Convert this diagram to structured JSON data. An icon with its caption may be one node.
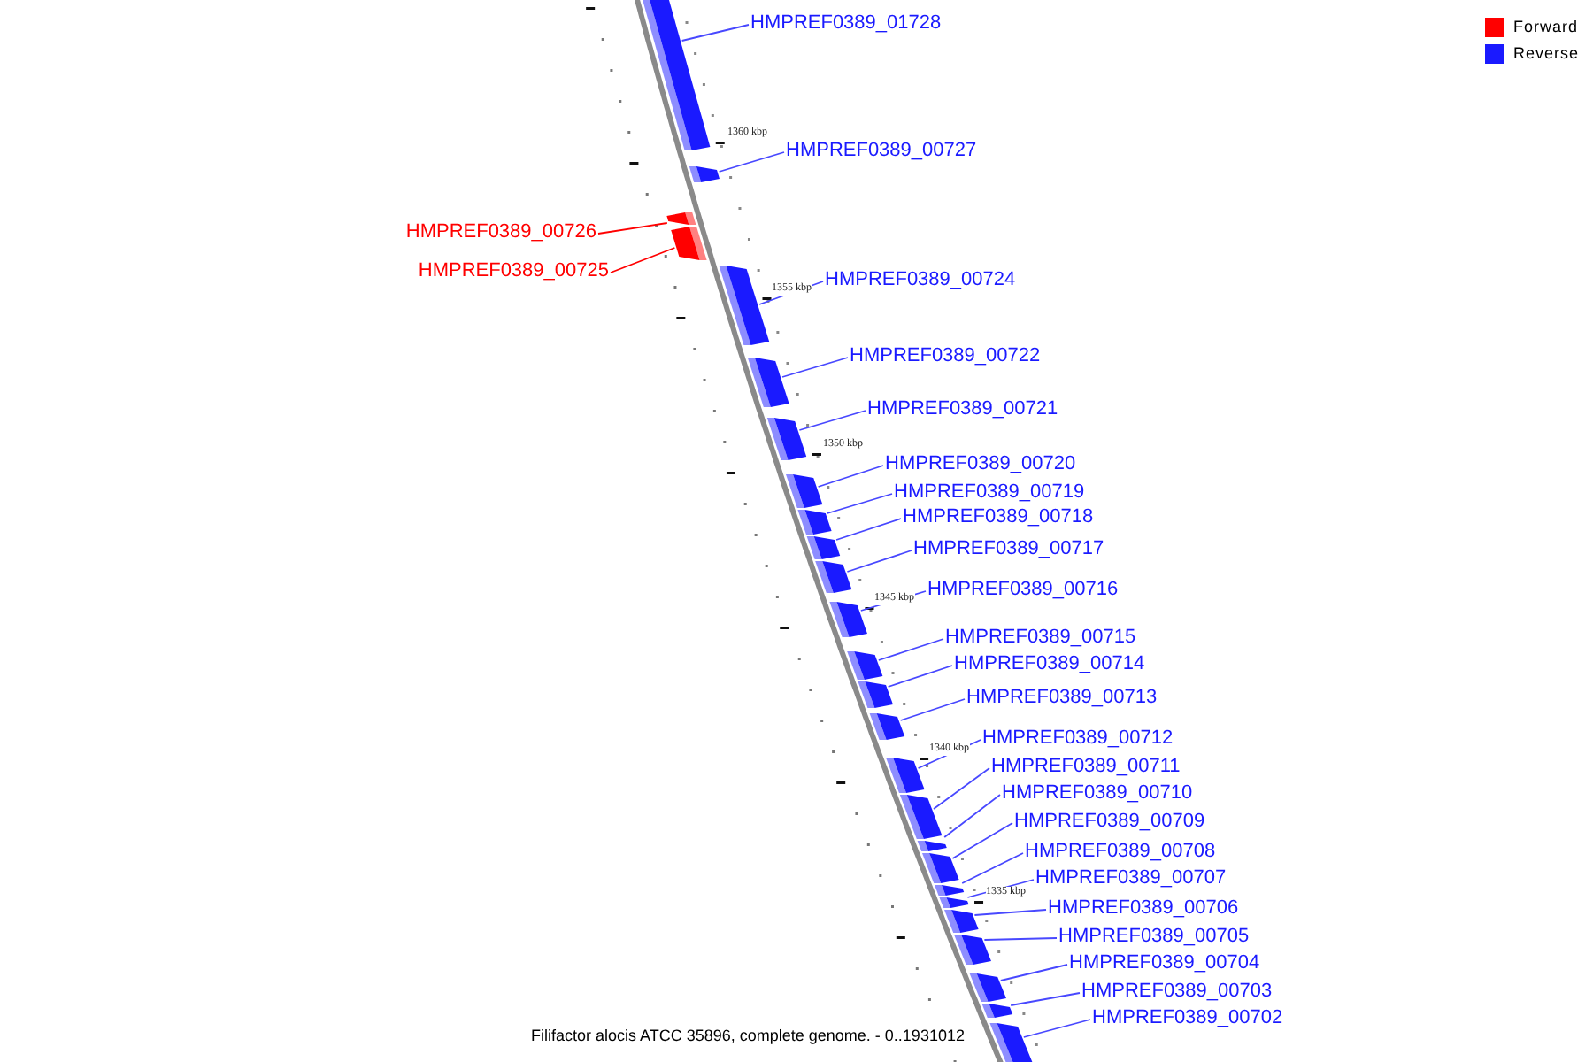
{
  "diagram": {
    "caption": "Filifactor alocis ATCC 35896, complete genome. - 0..1931012",
    "nodes": [
      {
        "text": [
          "HMPREF0389_01728"
        ]
      },
      {
        "text": [],
        "shape": "bar"
      },
      {
        "text": [
          "HMPREF0389_00727"
        ]
      },
      {
        "text": [],
        "shape": "bar"
      },
      {
        "text": [
          "HMPREF0389_00726"
        ]
      },
      {
        "text": [],
        "shape": "bar"
      },
      {
        "text": [
          "HMPREF0389_00725"
        ]
      },
      {
        "text": [],
        "shape": "bar"
      },
      {
        "text": [
          "HMPREF0389_00724"
        ]
      },
      {
        "text": [],
        "shape": "bar"
      },
      {
        "text": [
          "HMPREF0389_00722"
        ]
      },
      {
        "text": [],
        "shape": "bar"
      },
      {
        "text": [
          "HMPREF0389_00721"
        ]
      },
      {
        "text": [],
        "shape": "bar"
      },
      {
        "text": [
          "HMPREF0389_00720"
        ]
      },
      {
        "text": [],
        "shape": "bar"
      },
      {
        "text": [
          "HMPREF0389_00719"
        ]
      },
      {
        "text": [],
        "shape": "bar"
      },
      {
        "text": [
          "HMPREF0389_00718"
        ]
      },
      {
        "text": [],
        "shape": "bar"
      },
      {
        "text": [
          "HMPREF0389_00717"
        ]
      },
      {
        "text": [],
        "shape": "bar"
      },
      {
        "text": [
          "HMPREF0389_00716"
        ]
      },
      {
        "text": [],
        "shape": "bar"
      },
      {
        "text": [
          "HMPREF0389_00715"
        ]
      },
      {
        "text": [],
        "shape": "bar"
      },
      {
        "text": [
          "HMPREF0389_00714"
        ]
      },
      {
        "text": [],
        "shape": "bar"
      },
      {
        "text": [
          "HMPREF0389_00713"
        ]
      },
      {
        "text": [],
        "shape": "bar"
      },
      {
        "text": [
          "HMPREF0389_00712"
        ]
      },
      {
        "text": [],
        "shape": "bar"
      },
      {
        "text": [
          "HMPREF0389_00711"
        ]
      },
      {
        "text": [],
        "shape": "bar"
      },
      {
        "text": [
          "HMPREF0389_00710"
        ]
      },
      {
        "text": [],
        "shape": "bar"
      },
      {
        "text": [
          "HMPREF0389_00709"
        ]
      },
      {
        "text": [],
        "shape": "bar"
      },
      {
        "text": [
          "HMPREF0389_00708"
        ]
      },
      {
        "text": [],
        "shape": "bar"
      },
      {
        "text": [
          "HMPREF0389_00707"
        ]
      },
      {
        "text": [],
        "shape": "bar"
      },
      {
        "text": [
          "HMPREF0389_00706"
        ]
      },
      {
        "text": [],
        "shape": "bar"
      },
      {
        "text": [
          "HMPREF0389_00705"
        ]
      },
      {
        "text": [],
        "shape": "bar"
      },
      {
        "text": [
          "HMPREF0389_00704"
        ]
      },
      {
        "text": [],
        "shape": "bar"
      },
      {
        "text": [
          "HMPREF0389_00703"
        ]
      },
      {
        "text": [],
        "shape": "bar"
      },
      {
        "text": [
          "HMPREF0389_00702"
        ]
      },
      {
        "text": [],
        "shape": "bar"
      }
    ],
    "edges": [
      {
        "from": 0,
        "to": 1,
        "arrow": "none"
      },
      {
        "from": 2,
        "to": 3,
        "arrow": "none"
      },
      {
        "from": 4,
        "to": 5,
        "arrow": "none",
        "color": "#ff0000"
      },
      {
        "from": 6,
        "to": 7,
        "arrow": "none",
        "color": "#ff0000"
      },
      {
        "from": 8,
        "to": 9,
        "arrow": "none"
      },
      {
        "from": 10,
        "to": 11,
        "arrow": "none"
      },
      {
        "from": 12,
        "to": 13,
        "arrow": "none"
      },
      {
        "from": 14,
        "to": 15,
        "arrow": "none"
      },
      {
        "from": 16,
        "to": 17,
        "arrow": "none"
      },
      {
        "from": 18,
        "to": 19,
        "arrow": "none"
      },
      {
        "from": 20,
        "to": 21,
        "arrow": "none"
      },
      {
        "from": 22,
        "to": 23,
        "arrow": "none"
      },
      {
        "from": 24,
        "to": 25,
        "arrow": "none"
      },
      {
        "from": 26,
        "to": 27,
        "arrow": "none"
      },
      {
        "from": 28,
        "to": 29,
        "arrow": "none"
      },
      {
        "from": 30,
        "to": 31,
        "arrow": "none"
      },
      {
        "from": 32,
        "to": 33,
        "arrow": "none"
      },
      {
        "from": 34,
        "to": 35,
        "arrow": "none"
      },
      {
        "from": 36,
        "to": 37,
        "arrow": "none"
      },
      {
        "from": 38,
        "to": 39,
        "arrow": "none"
      },
      {
        "from": 40,
        "to": 41,
        "arrow": "none"
      },
      {
        "from": 42,
        "to": 43,
        "arrow": "none"
      },
      {
        "from": 44,
        "to": 45,
        "arrow": "none"
      },
      {
        "from": 46,
        "to": 47,
        "arrow": "none"
      },
      {
        "from": 48,
        "to": 49,
        "arrow": "none"
      },
      {
        "from": 50,
        "to": 51,
        "arrow": "none"
      }
    ],
    "labels": [
      "1360 kbp",
      "1355 kbp",
      "1350 kbp",
      "1345 kbp",
      "1340 kbp",
      "1335 kbp"
    ],
    "legend": [
      {
        "text": "Forward",
        "color": "#ff0000"
      },
      {
        "text": "Reverse",
        "color": "#1a1aff"
      }
    ]
  }
}
